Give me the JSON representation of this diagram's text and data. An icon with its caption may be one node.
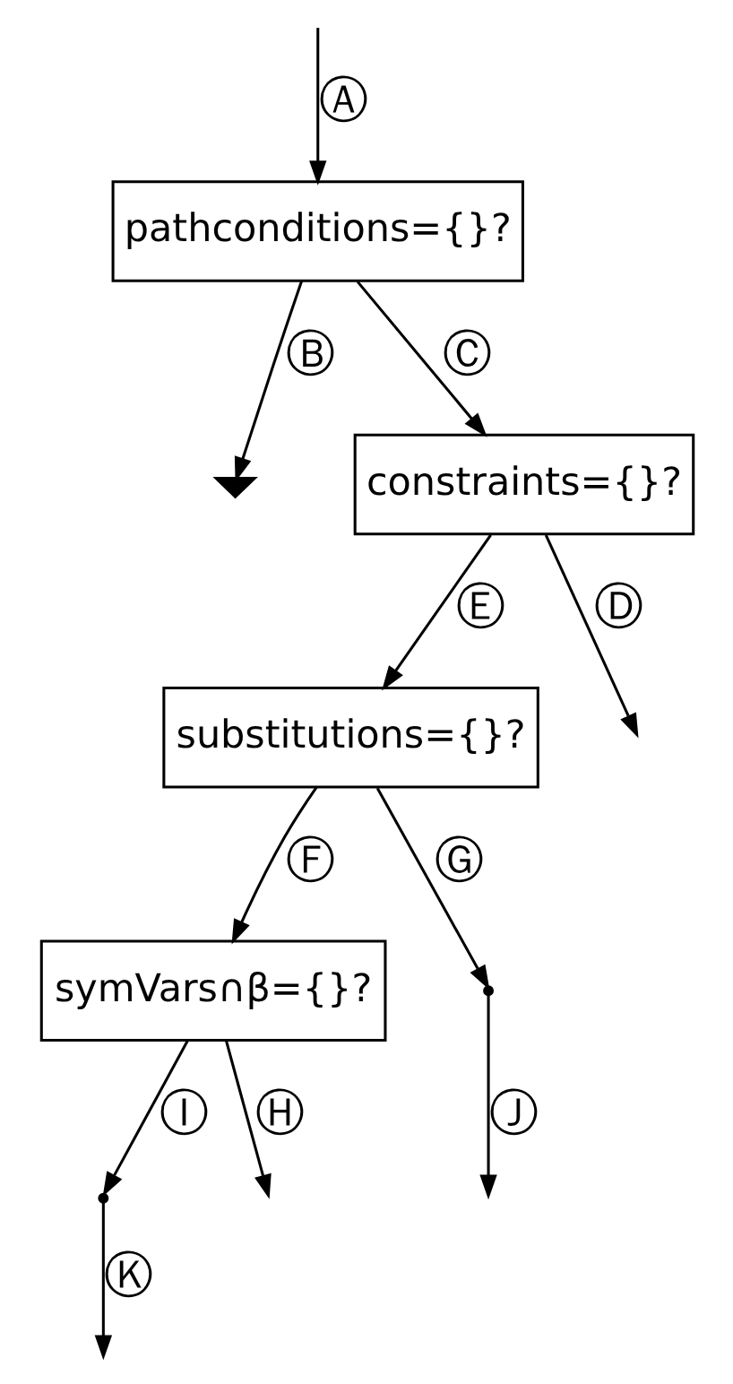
{
  "diagram": {
    "nodes": [
      {
        "text": [
          "pathconditions={}?"
        ]
      },
      {
        "text": [],
        "shape": "ground"
      },
      {
        "text": [
          "constraints={}?"
        ]
      },
      {
        "text": [
          "substitutions={}?"
        ]
      },
      {
        "text": [
          "symVars∩β={}?"
        ]
      },
      {
        "text": [],
        "shape": "point"
      },
      {
        "text": [],
        "shape": "point"
      }
    ],
    "edges": [
      {
        "from": null,
        "to": 0,
        "arrow": "to",
        "label": "Ⓐ"
      },
      {
        "from": 0,
        "to": 1,
        "arrow": "to",
        "label": "Ⓑ"
      },
      {
        "from": 0,
        "to": 2,
        "arrow": "to",
        "label": "Ⓒ"
      },
      {
        "from": 2,
        "to": null,
        "arrow": "to",
        "label": "Ⓓ"
      },
      {
        "from": 2,
        "to": 3,
        "arrow": "to",
        "label": "Ⓔ"
      },
      {
        "from": 3,
        "to": 4,
        "arrow": "to",
        "label": "Ⓕ"
      },
      {
        "from": 3,
        "to": 5,
        "arrow": "to",
        "label": "Ⓖ"
      },
      {
        "from": 4,
        "to": null,
        "arrow": "to",
        "label": "Ⓗ"
      },
      {
        "from": 4,
        "to": 6,
        "arrow": "to",
        "label": "Ⓘ"
      },
      {
        "from": 5,
        "to": null,
        "arrow": "to",
        "label": "Ⓙ"
      },
      {
        "from": 6,
        "to": null,
        "arrow": "to",
        "label": "Ⓚ"
      }
    ]
  }
}
